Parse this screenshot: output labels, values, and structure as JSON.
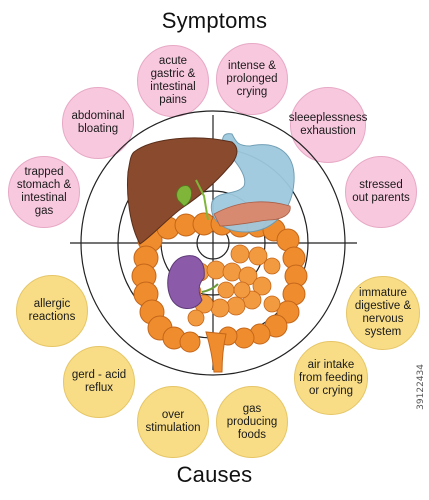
{
  "title_top": "Symptoms",
  "title_bottom": "Causes",
  "symptoms": [
    "acute\ngastric &\nintestinal\npains",
    "intense &\nprolonged\ncrying",
    "sleeeplessness\nexhaustion",
    "stressed\nout parents",
    "abdominal\nbloating",
    "trapped\nstomach &\nintestinal\ngas"
  ],
  "causes": [
    "allergic\nreactions",
    "immature\ndigestive &\nnervous\nsystem",
    "gerd - acid\nreflux",
    "air intake\nfrom feeding\nor crying",
    "over\nstimulation",
    "gas\nproducing\nfoods"
  ],
  "image_id": "39122434",
  "colors": {
    "symptom_fill": "#f8c8de",
    "cause_fill": "#f8dd86",
    "liver": "#8a4a2e",
    "stomach": "#9fc9de",
    "intestine": "#ef8d2e",
    "kidney": "#8b5aa8"
  }
}
